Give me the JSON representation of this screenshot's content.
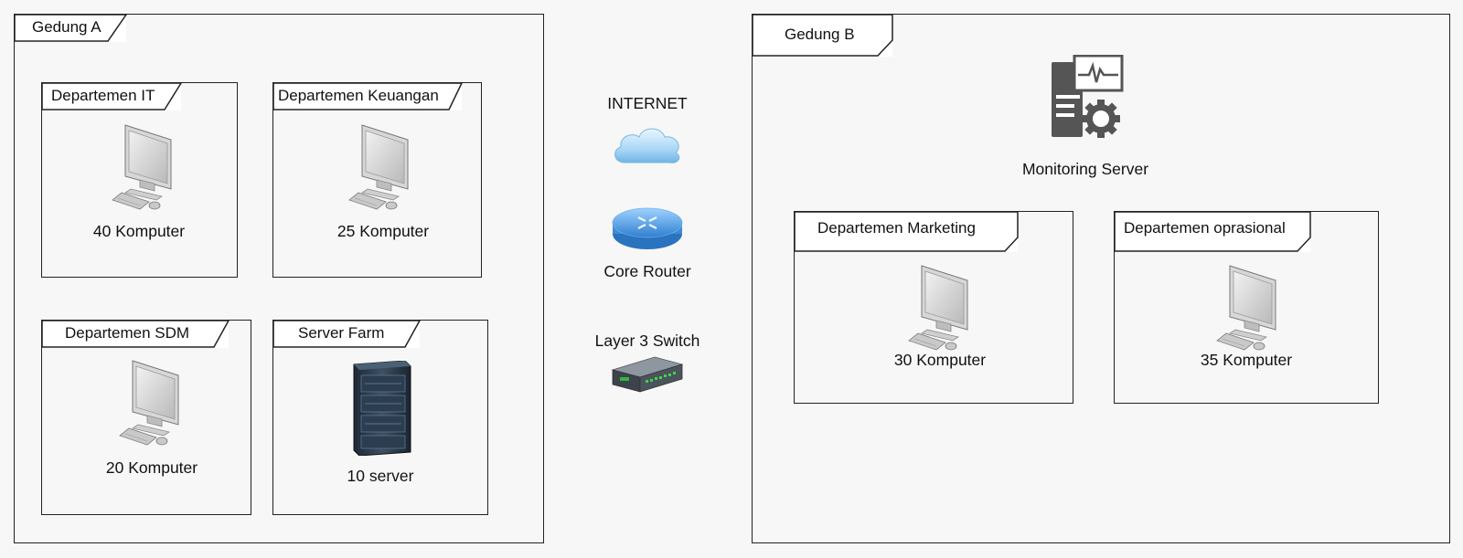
{
  "building_a": {
    "label": "Gedung A",
    "departments": {
      "it": {
        "label": "Departemen IT",
        "count": "40 Komputer"
      },
      "keuangan": {
        "label": "Departemen Keuangan",
        "count": "25 Komputer"
      },
      "sdm": {
        "label": "Departemen SDM",
        "count": "20 Komputer"
      },
      "server_farm": {
        "label": "Server Farm",
        "count": "10 server"
      }
    }
  },
  "core": {
    "internet": "INTERNET",
    "router": "Core Router",
    "switch": "Layer 3 Switch"
  },
  "building_b": {
    "label": "Gedung B",
    "monitoring": "Monitoring Server",
    "departments": {
      "marketing": {
        "label": "Departemen Marketing",
        "count": "30 Komputer"
      },
      "oprasional": {
        "label": "Departemen oprasional",
        "count": "35 Komputer"
      }
    }
  },
  "colors": {
    "cloud": "#8fc8f0",
    "router": "#3a8ad8",
    "server_rack": "#2b3a4a",
    "monitoring": "#555555"
  }
}
